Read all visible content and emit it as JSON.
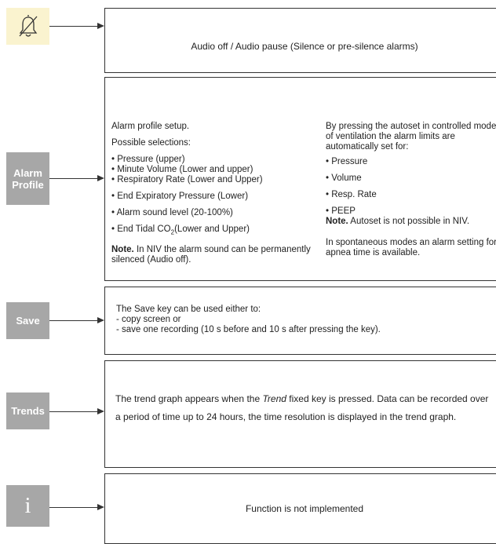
{
  "rows": {
    "audio": {
      "icon": "bell-off-icon",
      "text": "Audio off / Audio pause (Silence or pre-silence alarms)"
    },
    "alarm": {
      "key_label_line1": "Alarm",
      "key_label_line2": "Profile",
      "left": {
        "heading": "Alarm profile setup.",
        "intro": "Possible selections:",
        "bullets": [
          "Pressure (upper)",
          "Minute Volume (Lower and upper)",
          "Respiratory Rate (Lower and Upper)",
          "End Expiratory Pressure (Lower)",
          "Alarm sound level (20-100%)",
          "End Tidal CO"
        ],
        "co2_sub": "2",
        "co2_suffix": "(Lower and Upper)",
        "note_bold": "Note.",
        "note_text": " In NIV the alarm sound can be permanently silenced (Audio off)."
      },
      "right": {
        "intro": "By pressing the autoset in controlled modes of ventilation the alarm limits are automatically set for:",
        "bullets": [
          "Pressure",
          "Volume",
          "Resp. Rate",
          "PEEP"
        ],
        "note_bold": "Note.",
        "note_text": " Autoset is not possible in NIV.",
        "apnea": "In spontaneous modes an alarm setting for apnea time is available."
      }
    },
    "save": {
      "key_label": "Save",
      "line1": "The Save key can be used either to:",
      "line2": "- copy screen or",
      "line3": "- save one recording (10 s before and 10 s after pressing the key)."
    },
    "trends": {
      "key_label": "Trends",
      "text_before": "The trend graph appears when the ",
      "text_italic": "Trend",
      "text_after": " fixed key is pressed. Data can be recorded over a period of time up to 24 hours, the time resolution is displayed in the trend graph."
    },
    "info": {
      "key_label": "i",
      "text": "Function is not implemented"
    }
  }
}
